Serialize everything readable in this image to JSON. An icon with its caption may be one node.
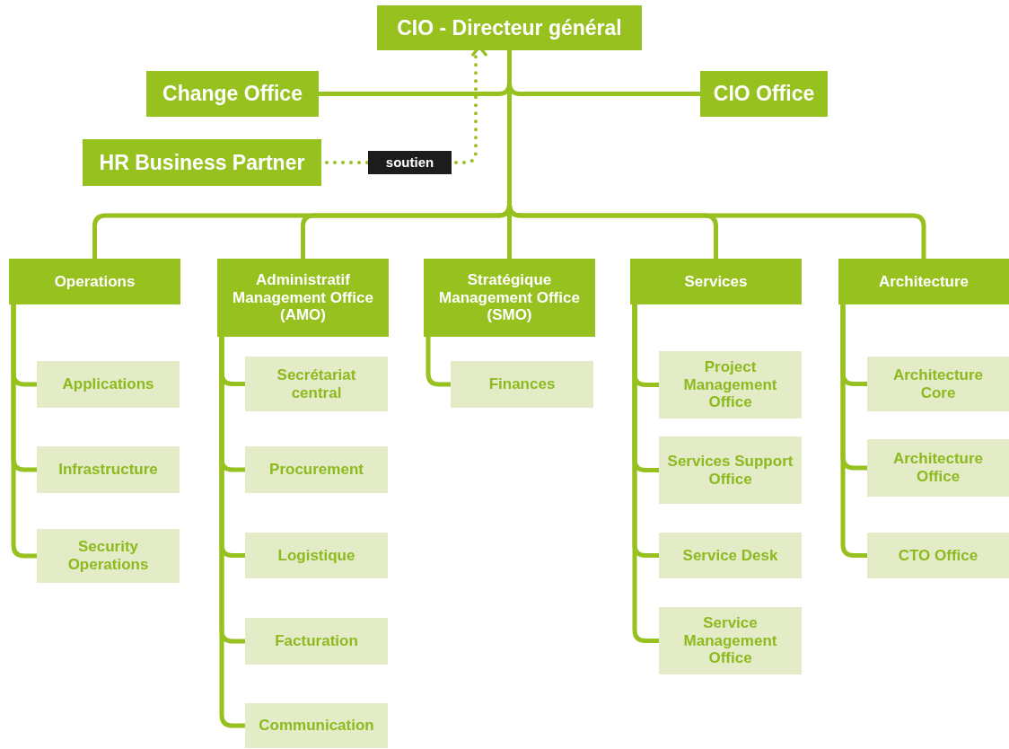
{
  "diagram": {
    "nodes": [
      {
        "text": [
          "CIO - Directeur général"
        ]
      },
      {
        "text": [
          "Change Office"
        ]
      },
      {
        "text": [
          "CIO Office"
        ]
      },
      {
        "text": [
          "HR Business Partner"
        ]
      },
      {
        "text": [
          "Operations"
        ]
      },
      {
        "text": [
          "Administratif Management Office (AMO)"
        ]
      },
      {
        "text": [
          "Stratégique Management Office (SMO)"
        ]
      },
      {
        "text": [
          "Services"
        ]
      },
      {
        "text": [
          "Architecture"
        ]
      },
      {
        "text": [
          "Applications"
        ]
      },
      {
        "text": [
          "Infrastructure"
        ]
      },
      {
        "text": [
          "Security Operations"
        ]
      },
      {
        "text": [
          "Secrétariat central"
        ]
      },
      {
        "text": [
          "Procurement"
        ]
      },
      {
        "text": [
          "Logistique"
        ]
      },
      {
        "text": [
          "Facturation"
        ]
      },
      {
        "text": [
          "Communication"
        ]
      },
      {
        "text": [
          "Finances"
        ]
      },
      {
        "text": [
          "Project Management Office"
        ]
      },
      {
        "text": [
          "Services Support Office"
        ]
      },
      {
        "text": [
          "Service Desk"
        ]
      },
      {
        "text": [
          "Service Management Office"
        ]
      },
      {
        "text": [
          "Architecture Core"
        ]
      },
      {
        "text": [
          "Architecture Office"
        ]
      },
      {
        "text": [
          "CTO Office"
        ]
      }
    ],
    "edges": [
      {
        "from": 0,
        "to": 1,
        "arrow": "none"
      },
      {
        "from": 0,
        "to": 2,
        "arrow": "none"
      },
      {
        "from": 3,
        "to": 0,
        "arrow": "to",
        "style": "dashed",
        "label": "soutien"
      },
      {
        "from": 0,
        "to": 4,
        "arrow": "none"
      },
      {
        "from": 0,
        "to": 5,
        "arrow": "none"
      },
      {
        "from": 0,
        "to": 6,
        "arrow": "none"
      },
      {
        "from": 0,
        "to": 7,
        "arrow": "none"
      },
      {
        "from": 0,
        "to": 8,
        "arrow": "none"
      },
      {
        "from": 4,
        "to": 9,
        "arrow": "none"
      },
      {
        "from": 4,
        "to": 10,
        "arrow": "none"
      },
      {
        "from": 4,
        "to": 11,
        "arrow": "none"
      },
      {
        "from": 5,
        "to": 12,
        "arrow": "none"
      },
      {
        "from": 5,
        "to": 13,
        "arrow": "none"
      },
      {
        "from": 5,
        "to": 14,
        "arrow": "none"
      },
      {
        "from": 5,
        "to": 15,
        "arrow": "none"
      },
      {
        "from": 5,
        "to": 16,
        "arrow": "none"
      },
      {
        "from": 6,
        "to": 17,
        "arrow": "none"
      },
      {
        "from": 7,
        "to": 18,
        "arrow": "none"
      },
      {
        "from": 7,
        "to": 19,
        "arrow": "none"
      },
      {
        "from": 7,
        "to": 20,
        "arrow": "none"
      },
      {
        "from": 7,
        "to": 21,
        "arrow": "none"
      },
      {
        "from": 8,
        "to": 22,
        "arrow": "none"
      },
      {
        "from": 8,
        "to": 23,
        "arrow": "none"
      },
      {
        "from": 8,
        "to": 24,
        "arrow": "none"
      }
    ]
  }
}
